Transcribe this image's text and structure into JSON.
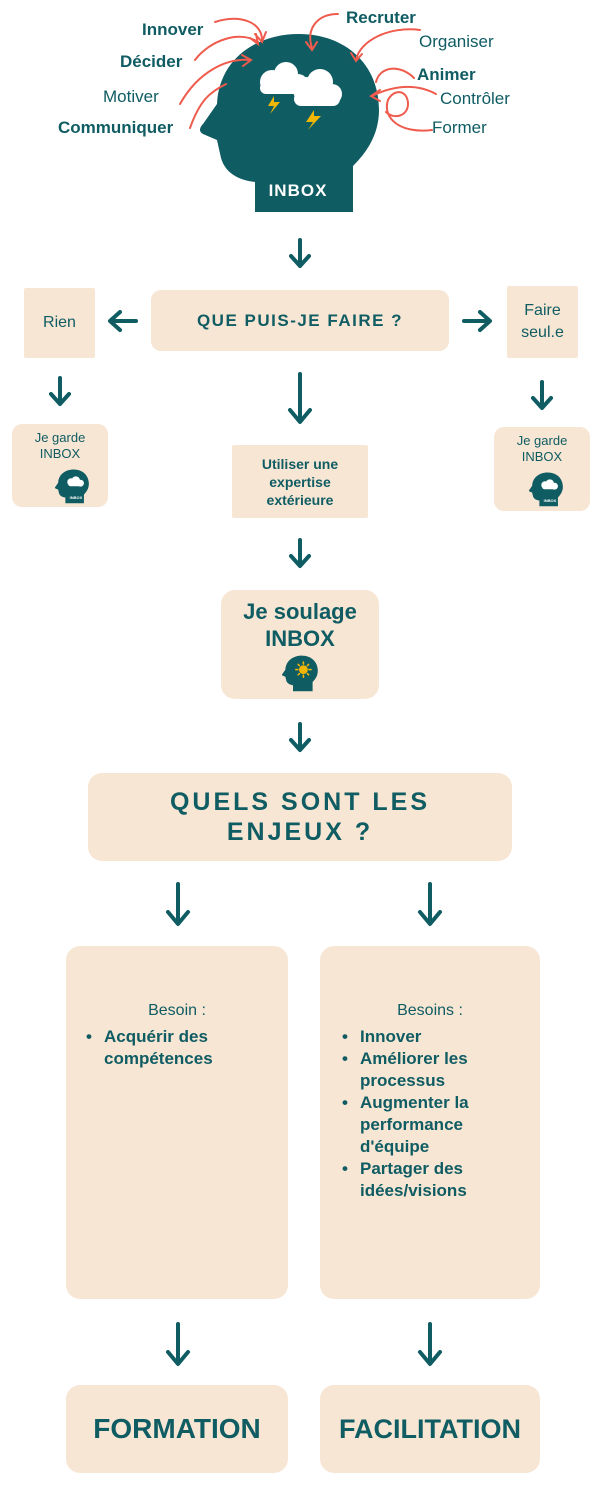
{
  "colors": {
    "teal": "#0f5c63",
    "beige": "#f8e6d4",
    "coral": "#ef5b4c",
    "yellow": "#f2b705"
  },
  "header": {
    "head_label": "INBOX",
    "words_left": [
      {
        "text": "Innover",
        "bold": true
      },
      {
        "text": "Décider",
        "bold": true
      },
      {
        "text": "Motiver",
        "bold": false
      },
      {
        "text": "Communiquer",
        "bold": true
      }
    ],
    "words_right": [
      {
        "text": "Recruter",
        "bold": true
      },
      {
        "text": "Organiser",
        "bold": false
      },
      {
        "text": "Animer",
        "bold": true
      },
      {
        "text": "Contrôler",
        "bold": false
      },
      {
        "text": "Former",
        "bold": false
      }
    ]
  },
  "question": {
    "label": "QUE PUIS-JE FAIRE ?"
  },
  "options": {
    "left": {
      "label": "Rien",
      "result_line1": "Je garde",
      "result_line2": "INBOX",
      "mini_head_label": "INBOX"
    },
    "middle": {
      "label": "Utiliser une expertise extérieure"
    },
    "right": {
      "label_line1": "Faire",
      "label_line2": "seul.e",
      "result_line1": "Je garde",
      "result_line2": "INBOX",
      "mini_head_label": "INBOX"
    }
  },
  "relief": {
    "line1": "Je soulage",
    "line2": "INBOX"
  },
  "stakes": {
    "line1": "QUELS SONT LES",
    "line2": "ENJEUX ?"
  },
  "columns": {
    "left": {
      "title": "Besoin :",
      "items": [
        "Acquérir des compétences"
      ],
      "result": "FORMATION"
    },
    "right": {
      "title": "Besoins :",
      "items": [
        "Innover",
        "Améliorer les processus",
        "Augmenter la performance d'équipe",
        "Partager des idées/visions"
      ],
      "result": "FACILITATION"
    }
  }
}
